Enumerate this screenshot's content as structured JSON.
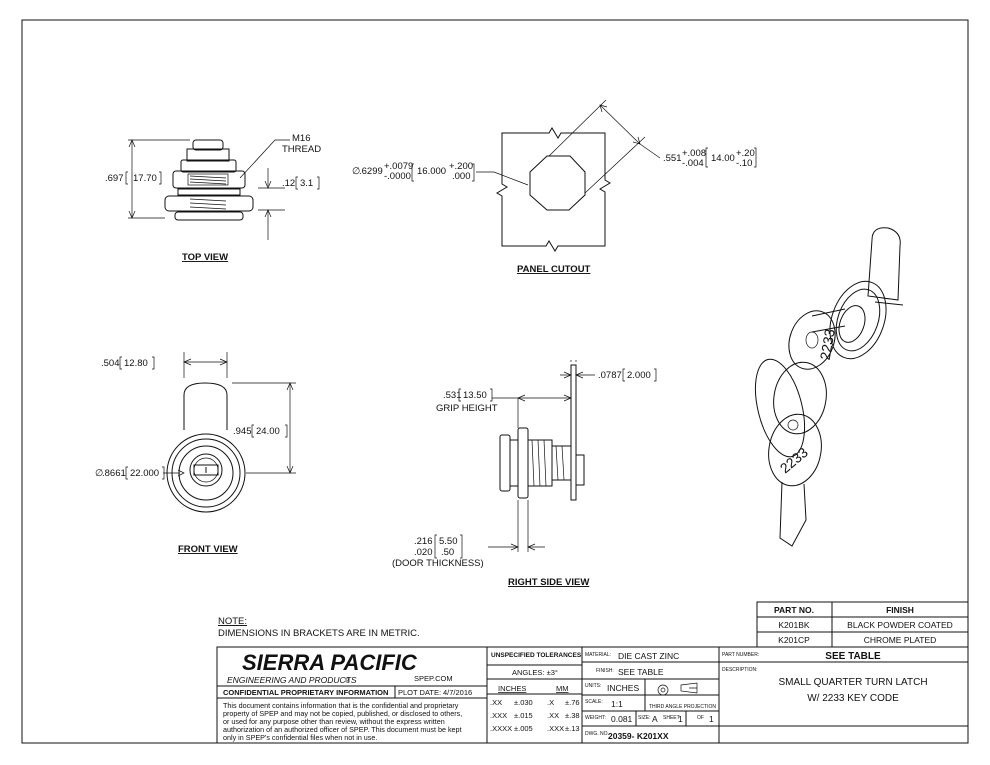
{
  "views": {
    "top": "TOP VIEW",
    "panel": "PANEL CUTOUT",
    "front": "FRONT VIEW",
    "right": "RIGHT SIDE VIEW"
  },
  "top_view": {
    "thread_line1": "M16",
    "thread_line2": "THREAD",
    "height_in": ".697",
    "height_mm": "17.70",
    "lip_in": ".12",
    "lip_mm": "3.1"
  },
  "panel_cutout": {
    "dia_sym": "∅",
    "dia_in": ".6299",
    "dia_tol_in_plus": "+.0079",
    "dia_tol_in_minus": "-.0000",
    "dia_mm": "16.000",
    "dia_tol_mm_plus": "+.200",
    "dia_tol_mm_minus": ".000",
    "flat_in": ".551",
    "flat_tol_in_plus": "+.008",
    "flat_tol_in_minus": "-.004",
    "flat_mm": "14.00",
    "flat_tol_mm_plus": "+.20",
    "flat_tol_mm_minus": "-.10"
  },
  "front_view": {
    "width_in": ".504",
    "width_mm": "12.80",
    "height_in": ".945",
    "height_mm": "24.00",
    "dia_sym": "∅",
    "dia_in": ".8661",
    "dia_mm": "22.000"
  },
  "right_view": {
    "thick_in": ".0787",
    "thick_mm": "2.000",
    "grip_in": ".531",
    "grip_mm": "13.50",
    "grip_label": "GRIP HEIGHT",
    "door_max_in": ".216",
    "door_max_mm": "5.50",
    "door_min_in": ".020",
    "door_min_mm": ".50",
    "door_label": "(DOOR THICKNESS)"
  },
  "key_code": "2233",
  "note": {
    "title": "NOTE:",
    "text": "DIMENSIONS IN BRACKETS ARE IN METRIC."
  },
  "parts_table": {
    "headers": [
      "PART NO.",
      "FINISH"
    ],
    "rows": [
      [
        "K201BK",
        "BLACK POWDER COATED"
      ],
      [
        "K201CP",
        "CHROME PLATED"
      ]
    ]
  },
  "title_block": {
    "company": "SIERRA PACIFIC",
    "company_sub": "ENGINEERING AND PRODUCTS",
    "reg_mark": "®",
    "website": "SPEP.COM",
    "conf_title": "CONFIDENTIAL PROPRIETARY INFORMATION",
    "plot_label": "PLOT DATE:",
    "plot_date": "4/7/2016",
    "conf_lines": [
      "This document contains information that is the confidential and proprietary",
      "property of SPEP and may not be copied, published, or disclosed to others,",
      "or used for any purpose  other than review, without the express written",
      "authorization of an authorized officer of SPEP. This document must be kept",
      "only in SPEP's confidential files when not in use."
    ],
    "tol_title": "UNSPECIFIED TOLERANCES",
    "angles": "ANGLES: ±3°",
    "inches_head": "INCHES",
    "mm_head": "MM",
    "tol_rows": [
      [
        ".XX",
        "±.030",
        ".X",
        "±.76"
      ],
      [
        ".XXX",
        "±.015",
        ".XX",
        "±.38"
      ],
      [
        ".XXXX",
        "±.005",
        ".XXX",
        "±.13"
      ]
    ],
    "material_label": "MATERIAL:",
    "material": "DIE CAST ZINC",
    "finish_label": "FINISH:",
    "finish": "SEE TABLE",
    "units_label": "UNITS:",
    "units": "INCHES",
    "scale_label": "SCALE:",
    "scale": "1:1",
    "projection": "THIRD ANGLE PROJECTION",
    "weight_label": "WEIGHT:",
    "weight": "0.081",
    "size_label": "SIZE:",
    "size": "A",
    "sheet_label": "SHEET",
    "sheet": "1",
    "of_label": "OF",
    "sheets": "1",
    "dwg_label": "DWG. NO.",
    "dwg_no": "20359- K201XX",
    "part_label": "PART NUMBER:",
    "part_no": "SEE TABLE",
    "desc_label": "DESCRIPTION:",
    "desc_line1": "SMALL QUARTER TURN LATCH",
    "desc_line2": "W/ 2233 KEY CODE"
  }
}
